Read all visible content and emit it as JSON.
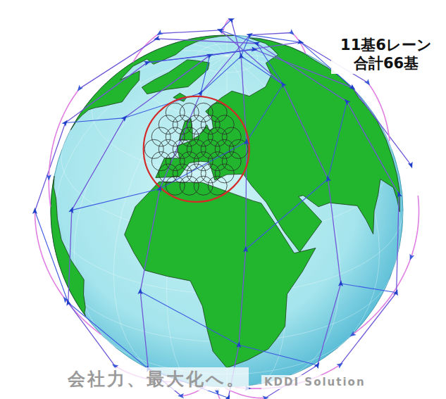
{
  "diagram": {
    "labels": [
      "11基6レーン 合計66基",
      "会社力、最大化へ。",
      "KDDI Solution"
    ]
  }
}
